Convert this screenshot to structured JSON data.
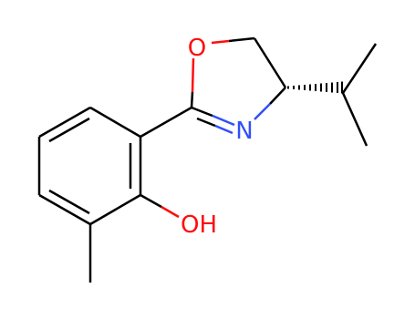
{
  "molecule": {
    "atoms": {
      "oxygen_ring": "O",
      "nitrogen_ring": "N",
      "hydroxyl": "OH"
    },
    "colors": {
      "bond": "#000000",
      "oxygen": "#ff0d0d",
      "nitrogen": "#3050f8",
      "background": "#ffffff"
    },
    "stereo": "hashed-wedge"
  }
}
